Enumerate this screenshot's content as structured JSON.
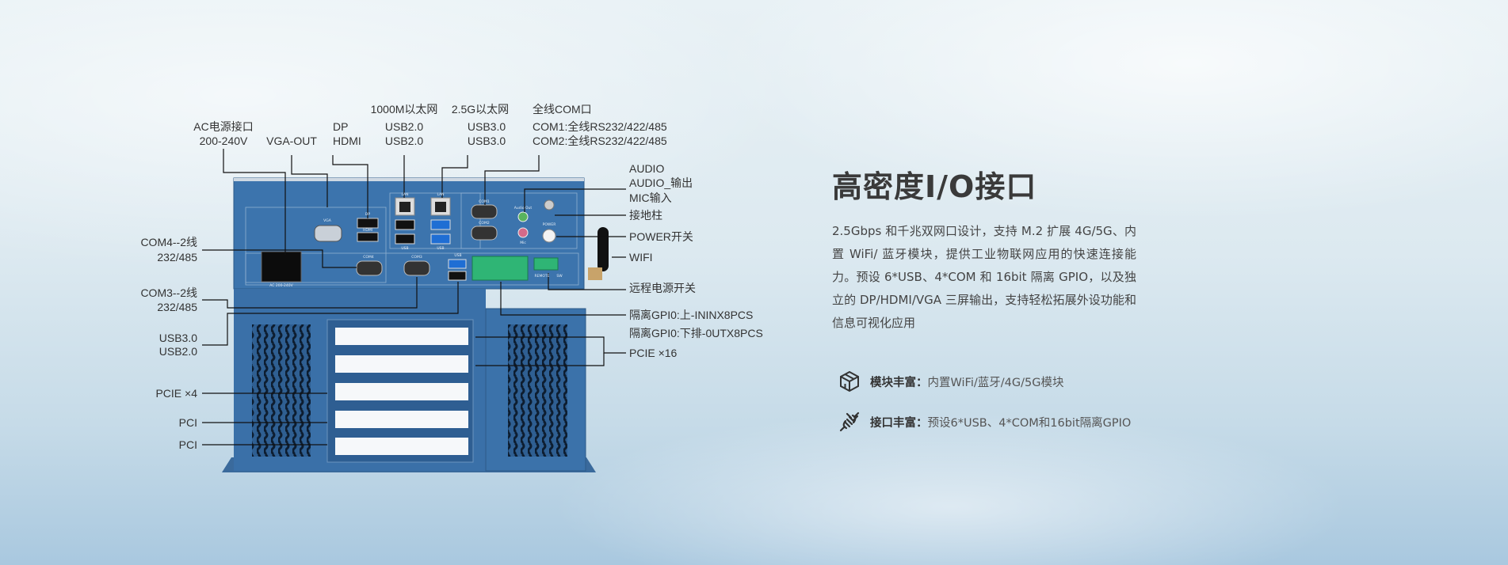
{
  "diagram": {
    "top_labels": {
      "ac_power": [
        "AC电源接口",
        "200-240V"
      ],
      "vga": "VGA-OUT",
      "dp_hdmi": [
        "DP",
        "HDMI"
      ],
      "lan1": [
        "1000M以太网",
        "USB2.0",
        "USB2.0"
      ],
      "lan2": [
        "2.5G以太网",
        "USB3.0",
        "USB3.0"
      ],
      "com": [
        "全线COM口",
        "COM1:全线RS232/422/485",
        "COM2:全线RS232/422/485"
      ]
    },
    "right_labels": [
      "AUDIO",
      "AUDIO_输出",
      "MIC输入",
      "接地柱",
      "POWER开关",
      "WIFI",
      "远程电源开关",
      "隔离GPI0:上-ININX8PCS",
      "隔离GPI0:下排-0UTX8PCS",
      "PCIE ×16"
    ],
    "left_labels": {
      "com4": [
        "COM4--2线",
        "232/485"
      ],
      "com3": [
        "COM3--2线",
        "232/485"
      ],
      "usb": [
        "USB3.0",
        "USB2.0"
      ],
      "pcie4": "PCIE ×4",
      "pci1": "PCI",
      "pci2": "PCI"
    },
    "panel_marks": [
      "VGA",
      "DP",
      "HDMI",
      "LAN",
      "LAN",
      "USB",
      "USB",
      "COM1",
      "COM2",
      "Audio Out",
      "Mic",
      "POWER",
      "AC 200-240V",
      "COM4",
      "COM3",
      "USB",
      "REMOTE",
      "SW"
    ]
  },
  "info": {
    "title": "高密度I/O接口",
    "paragraph": "2.5Gbps 和千兆双网口设计，支持 M.2 扩展 4G/5G、内置 WiFi/ 蓝牙模块，提供工业物联网应用的快速连接能力。预设 6*USB、4*COM 和 16bit 隔离 GPIO，以及独立的 DP/HDMI/VGA 三屏输出，支持轻松拓展外设功能和信息可视化应用",
    "features": [
      {
        "icon": "cube-icon",
        "label": "模块丰富：",
        "text": "内置WiFi/蓝牙/4G/5G模块"
      },
      {
        "icon": "plug-icon",
        "label": "接口丰富：",
        "text": "预设6*USB、4*COM和16bit隔离GPIO"
      }
    ]
  },
  "colors": {
    "chassis": "#3c74ad",
    "text": "#333333"
  }
}
